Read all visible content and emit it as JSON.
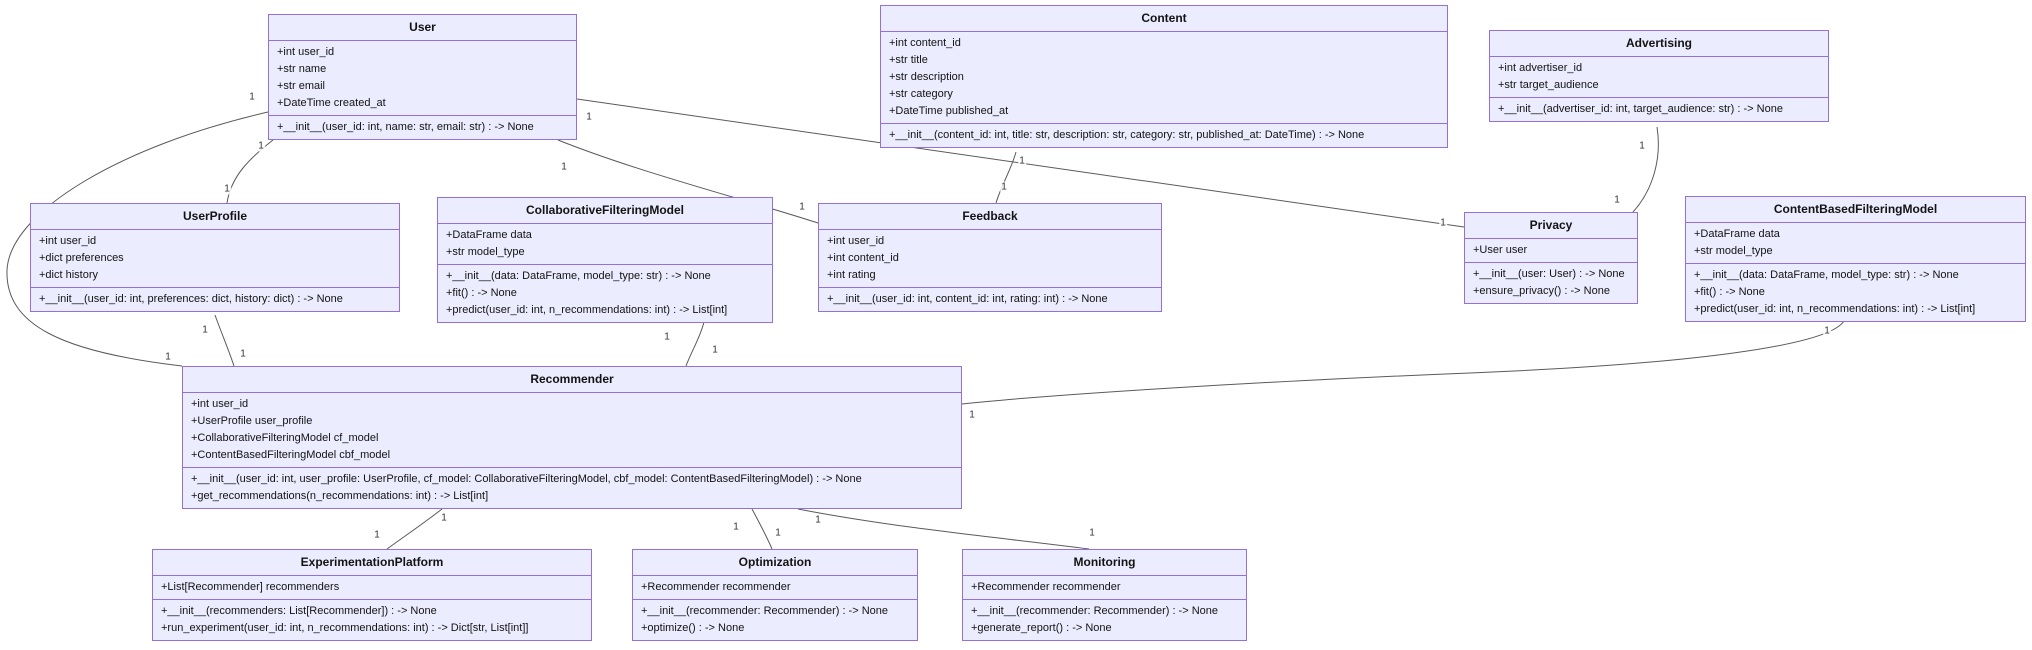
{
  "diagram": {
    "kind": "uml-class-diagram",
    "colors": {
      "class_fill": "#ECECFF",
      "class_border": "#9370DB",
      "edge": "#5a5a5a",
      "text": "#131313"
    },
    "classes": [
      {
        "id": "User",
        "name": "User",
        "attributes": [
          "+int user_id",
          "+str name",
          "+str email",
          "+DateTime created_at"
        ],
        "methods": [
          "+__init__(user_id: int, name: str, email: str) : -> None"
        ]
      },
      {
        "id": "Content",
        "name": "Content",
        "attributes": [
          "+int content_id",
          "+str title",
          "+str description",
          "+str category",
          "+DateTime published_at"
        ],
        "methods": [
          "+__init__(content_id: int, title: str, description: str, category: str, published_at: DateTime) : -> None"
        ]
      },
      {
        "id": "Advertising",
        "name": "Advertising",
        "attributes": [
          "+int advertiser_id",
          "+str target_audience"
        ],
        "methods": [
          "+__init__(advertiser_id: int, target_audience: str) : -> None"
        ]
      },
      {
        "id": "UserProfile",
        "name": "UserProfile",
        "attributes": [
          "+int user_id",
          "+dict preferences",
          "+dict history"
        ],
        "methods": [
          "+__init__(user_id: int, preferences: dict, history: dict) : -> None"
        ]
      },
      {
        "id": "CollaborativeFilteringModel",
        "name": "CollaborativeFilteringModel",
        "attributes": [
          "+DataFrame data",
          "+str model_type"
        ],
        "methods": [
          "+__init__(data: DataFrame, model_type: str) : -> None",
          "+fit() : -> None",
          "+predict(user_id: int, n_recommendations: int) : -> List[int]"
        ]
      },
      {
        "id": "Feedback",
        "name": "Feedback",
        "attributes": [
          "+int user_id",
          "+int content_id",
          "+int rating"
        ],
        "methods": [
          "+__init__(user_id: int, content_id: int, rating: int) : -> None"
        ]
      },
      {
        "id": "Privacy",
        "name": "Privacy",
        "attributes": [
          "+User user"
        ],
        "methods": [
          "+__init__(user: User) : -> None",
          "+ensure_privacy() : -> None"
        ]
      },
      {
        "id": "ContentBasedFilteringModel",
        "name": "ContentBasedFilteringModel",
        "attributes": [
          "+DataFrame data",
          "+str model_type"
        ],
        "methods": [
          "+__init__(data: DataFrame, model_type: str) : -> None",
          "+fit() : -> None",
          "+predict(user_id: int, n_recommendations: int) : -> List[int]"
        ]
      },
      {
        "id": "Recommender",
        "name": "Recommender",
        "attributes": [
          "+int user_id",
          "+UserProfile user_profile",
          "+CollaborativeFilteringModel cf_model",
          "+ContentBasedFilteringModel cbf_model"
        ],
        "methods": [
          "+__init__(user_id: int, user_profile: UserProfile, cf_model: CollaborativeFilteringModel, cbf_model: ContentBasedFilteringModel) : -> None",
          "+get_recommendations(n_recommendations: int) : -> List[int]"
        ]
      },
      {
        "id": "ExperimentationPlatform",
        "name": "ExperimentationPlatform",
        "attributes": [
          "+List[Recommender] recommenders"
        ],
        "methods": [
          "+__init__(recommenders: List[Recommender]) : -> None",
          "+run_experiment(user_id: int, n_recommendations: int) : -> Dict[str, List[int]]"
        ]
      },
      {
        "id": "Optimization",
        "name": "Optimization",
        "attributes": [
          "+Recommender recommender"
        ],
        "methods": [
          "+__init__(recommender: Recommender) : -> None",
          "+optimize() : -> None"
        ]
      },
      {
        "id": "Monitoring",
        "name": "Monitoring",
        "attributes": [
          "+Recommender recommender"
        ],
        "methods": [
          "+__init__(recommender: Recommender) : -> None",
          "+generate_report() : -> None"
        ]
      }
    ],
    "relationships": [
      {
        "from": "User",
        "to": "UserProfile",
        "from_label": "1",
        "to_label": "1"
      },
      {
        "from": "User",
        "to": "Recommender",
        "from_label": "1",
        "to_label": "1"
      },
      {
        "from": "User",
        "to": "Feedback",
        "from_label": "1",
        "to_label": "1"
      },
      {
        "from": "User",
        "to": "Privacy",
        "from_label": "1",
        "to_label": "1"
      },
      {
        "from": "Content",
        "to": "Feedback",
        "from_label": "1",
        "to_label": "1"
      },
      {
        "from": "Advertising",
        "to": "Privacy",
        "from_label": "1",
        "to_label": "1"
      },
      {
        "from": "CollaborativeFilteringModel",
        "to": "Recommender",
        "from_label": "1",
        "to_label": "1"
      },
      {
        "from": "ContentBasedFilteringModel",
        "to": "Recommender",
        "from_label": "1",
        "to_label": "1"
      },
      {
        "from": "UserProfile",
        "to": "Recommender",
        "from_label": "1",
        "to_label": "1"
      },
      {
        "from": "Recommender",
        "to": "ExperimentationPlatform",
        "from_label": "1",
        "to_label": "1"
      },
      {
        "from": "Recommender",
        "to": "Optimization",
        "from_label": "1",
        "to_label": "1"
      },
      {
        "from": "Recommender",
        "to": "Monitoring",
        "from_label": "1",
        "to_label": "1"
      }
    ]
  }
}
